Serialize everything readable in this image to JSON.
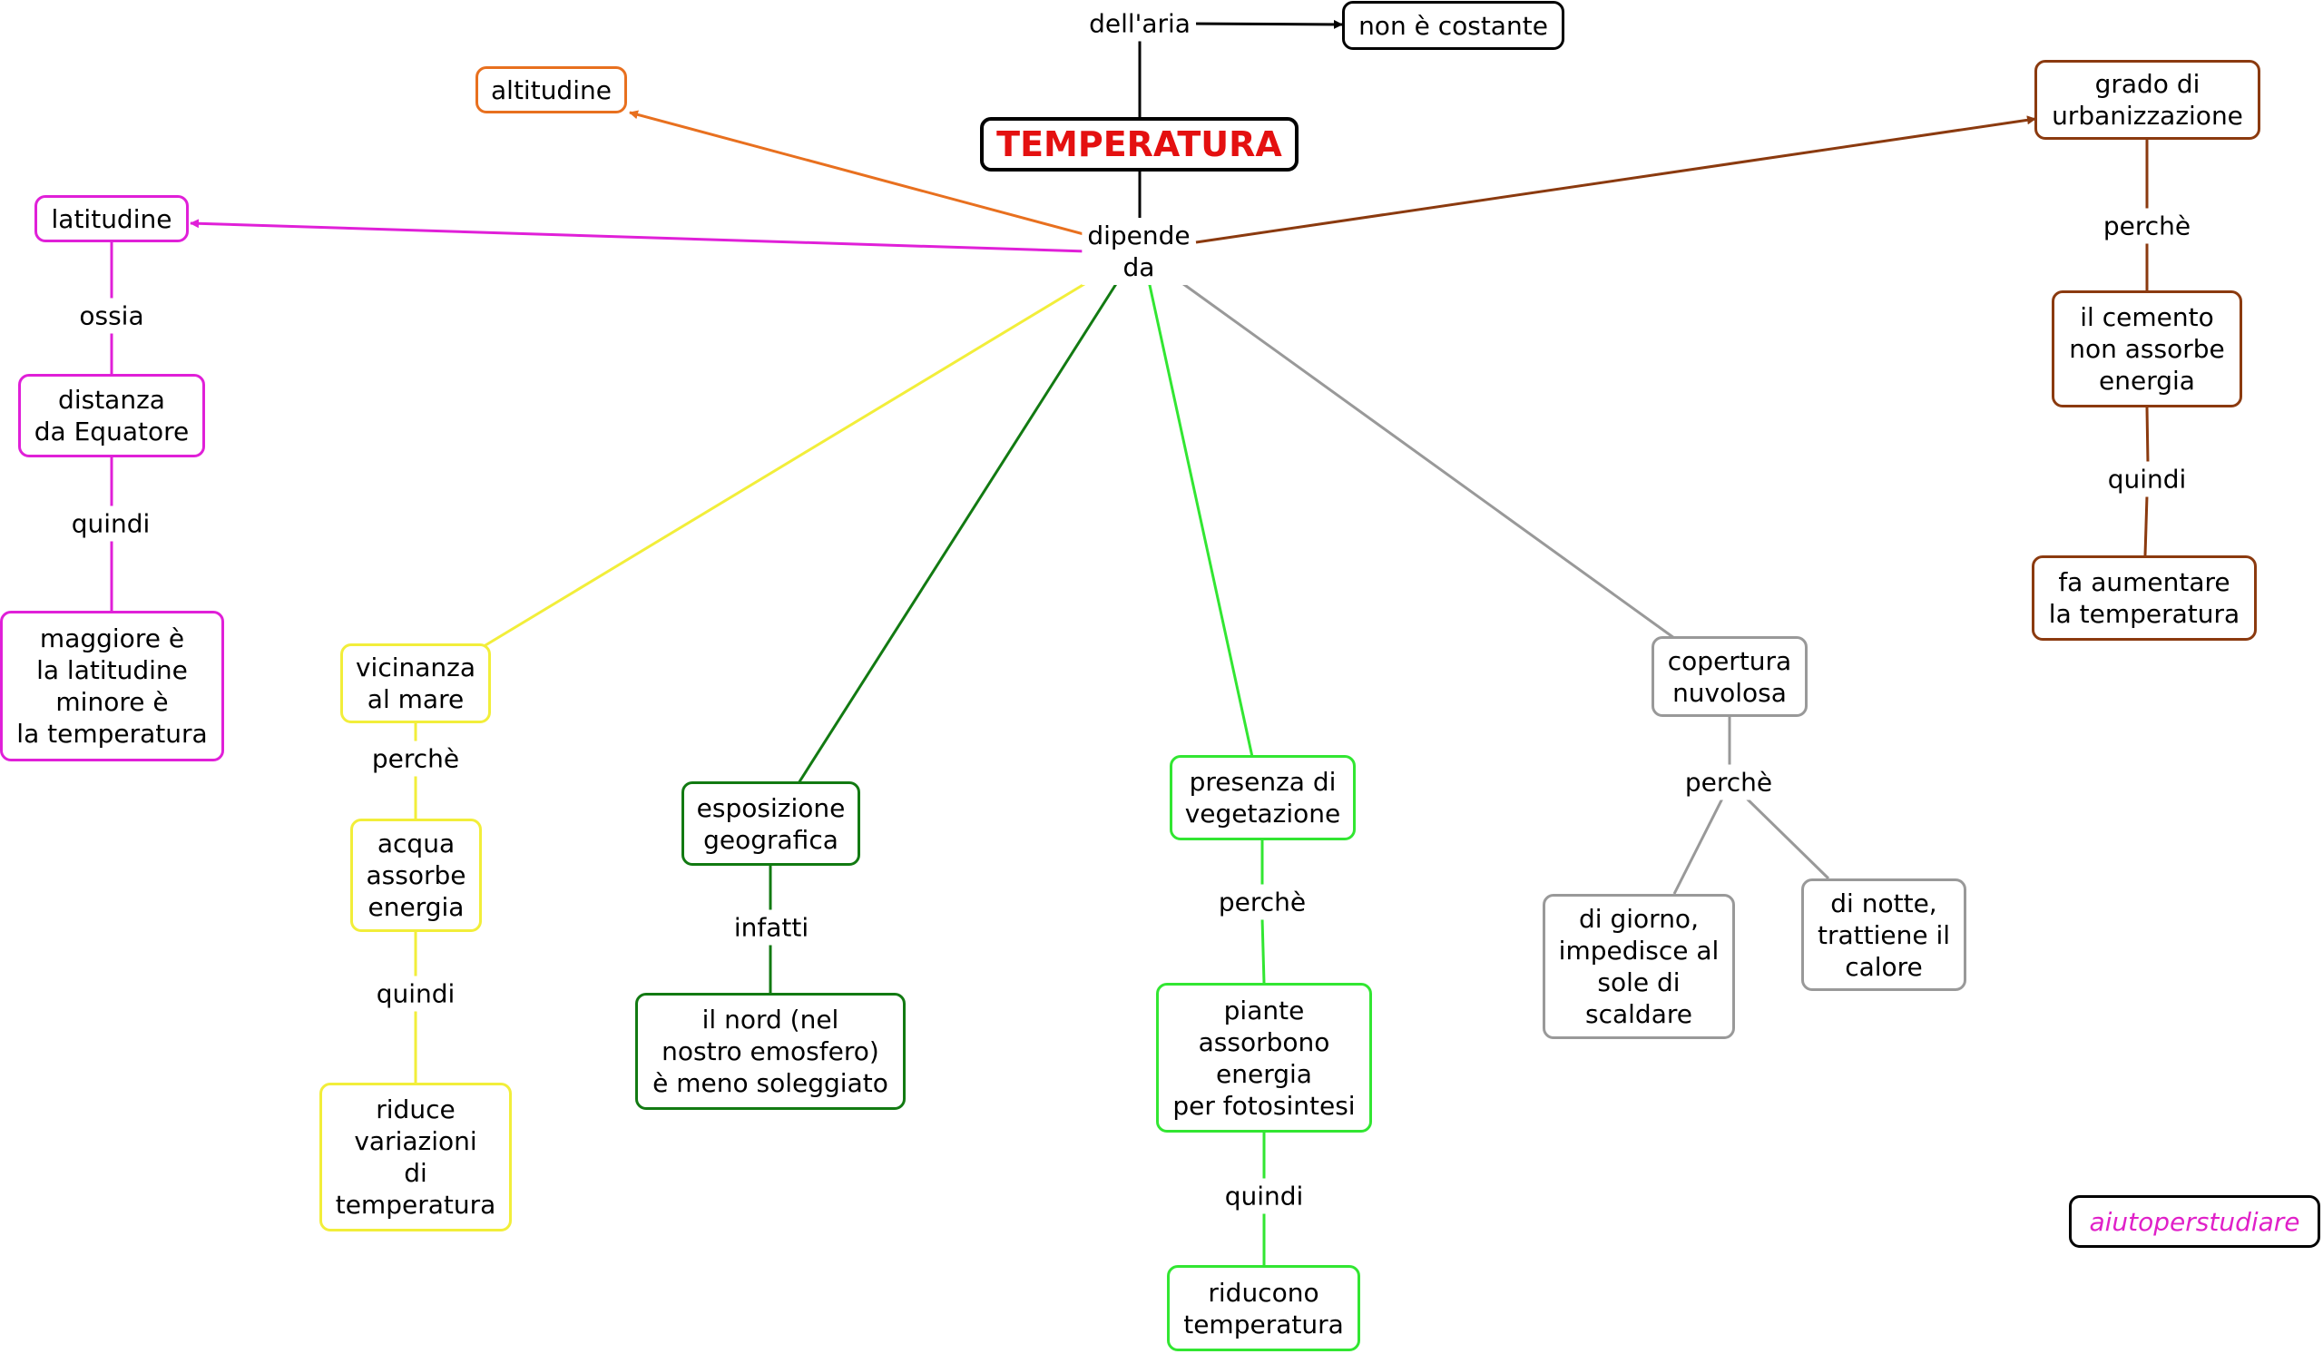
{
  "colors": {
    "black": "#000000",
    "red": "#e41010",
    "orange": "#e8701f",
    "magenta": "#e020d8",
    "yellow": "#f2ee3a",
    "darkgreen": "#127a12",
    "lightgreen": "#32e632",
    "gray": "#999999",
    "brown": "#8b3a0f"
  },
  "nodes": {
    "temperatura": "TEMPERATURA",
    "non_costante": "non è costante",
    "altitudine": "altitudine",
    "latitudine": "latitudine",
    "distanza": "distanza\nda Equatore",
    "maggiore": "maggiore è\nla latitudine\nminore è\nla temperatura",
    "vicinanza": "vicinanza\nal mare",
    "acqua": "acqua\nassorbe\nenergia",
    "riduce_var": "riduce\nvariazioni\ndi\ntemperatura",
    "esposizione": "esposizione\ngeografica",
    "nord": "il nord (nel\nnostro emosfero)\nè meno soleggiato",
    "presenza": "presenza di\nvegetazione",
    "piante": "piante\nassorbono\nenergia\nper fotosintesi",
    "riducono": "riducono\ntemperatura",
    "copertura": "copertura\nnuvolosa",
    "giorno": "di giorno,\nimpedisce al\nsole di\nscaldare",
    "notte": "di notte,\ntrattiene il\ncalore",
    "grado": "grado di\nurbanizzazione",
    "cemento": "il cemento\nnon assorbe\nenergia",
    "aumentare": "fa aumentare\nla temperatura",
    "brand": "aiutoperstudiare"
  },
  "links": {
    "dellaria": "dell'aria",
    "dipende": "dipende\nda",
    "ossia": "ossia",
    "quindi_lat": "quindi",
    "perche_mare": "perchè",
    "quindi_mare": "quindi",
    "infatti": "infatti",
    "perche_veg": "perchè",
    "quindi_veg": "quindi",
    "perche_nuv": "perchè",
    "perche_urb": "perchè",
    "quindi_urb": "quindi"
  }
}
